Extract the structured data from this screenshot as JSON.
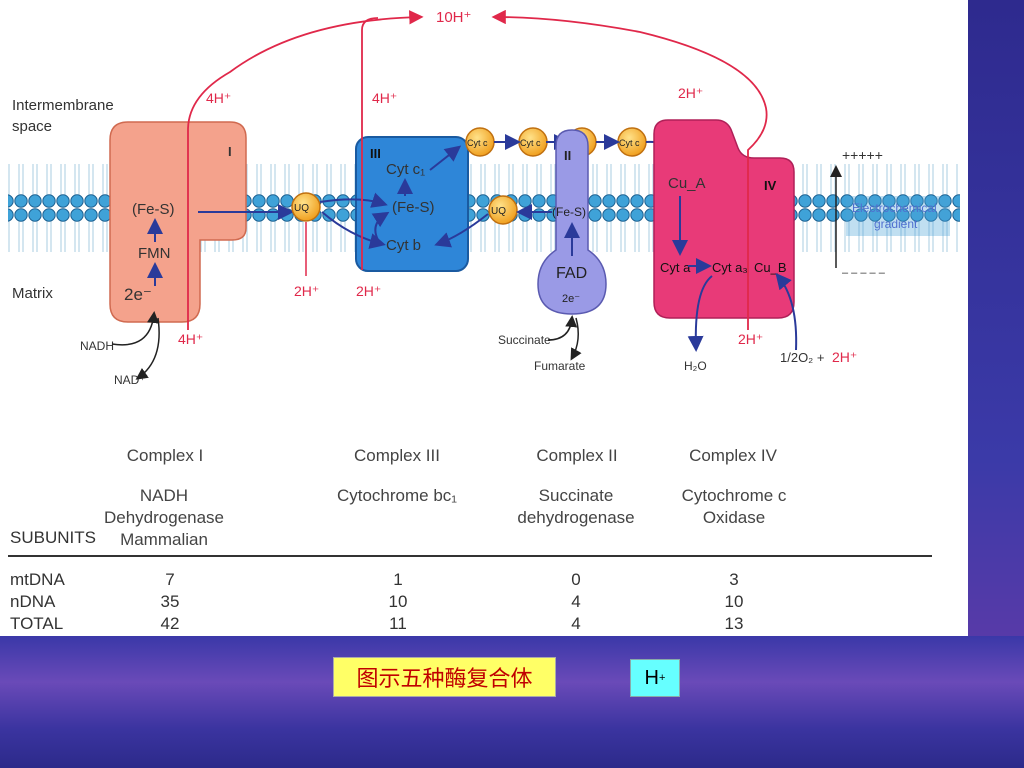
{
  "diagram": {
    "label_intermembrane": "Intermembrane",
    "label_space": "space",
    "label_matrix": "Matrix",
    "top_proton": "10H⁺",
    "c1_proton_top": "4H⁺",
    "c3_proton_top": "4H⁺",
    "c4_proton_top": "2H⁺",
    "c1_proton_bottom": "4H⁺",
    "uq_proton_bottom": "2H⁺",
    "c3_proton_bottom": "2H⁺",
    "c4_proton_bottom": "2H⁺",
    "oxygen_proton": "2H⁺",
    "complex1_roman": "I",
    "complex1_fes": "(Fe-S)",
    "complex1_fmn": "FMN",
    "complex1_2e": "2e⁻",
    "nadh": "NADH",
    "nad": "NAD⁺",
    "uq": "UQ",
    "complex3_roman": "III",
    "complex3_cytc1": "Cyt c₁",
    "complex3_fes": "(Fe-S)",
    "complex3_cytb": "Cyt b",
    "cytc": "Cyt c",
    "complex2_roman": "II",
    "complex2_fes": "(Fe-S)",
    "complex2_fad": "FAD",
    "complex2_2e": "2e⁻",
    "succinate": "Succinate",
    "fumarate": "Fumarate",
    "complex4_roman": "IV",
    "complex4_cua": "Cu_A",
    "complex4_cyta": "Cyt a",
    "complex4_cyta3": "Cyt a₃",
    "complex4_cub": "Cu_B",
    "water": "H₂O",
    "oxygen": "1/2O₂ +",
    "plus_signs": "+++++",
    "minus_signs": "– – – – –",
    "gradient_1": "Electrochemical",
    "gradient_2": "gradient"
  },
  "table": {
    "headers": [
      "Complex I",
      "Complex III",
      "Complex II",
      "Complex IV"
    ],
    "names": [
      [
        "NADH",
        "Dehydrogenase",
        "Mammalian"
      ],
      [
        "Cytochrome bc₁"
      ],
      [
        "Succinate",
        "dehydrogenase"
      ],
      [
        "Cytochrome c",
        "Oxidase"
      ]
    ],
    "subunits_label": "SUBUNITS",
    "rows": [
      {
        "label": "mtDNA",
        "values": [
          "7",
          "1",
          "0",
          "3"
        ]
      },
      {
        "label": "nDNA",
        "values": [
          "35",
          "10",
          "4",
          "10"
        ]
      },
      {
        "label": "TOTAL",
        "values": [
          "42",
          "11",
          "4",
          "13"
        ]
      }
    ]
  },
  "caption": "图示五种酶复合体",
  "hplus_button": {
    "base": "H",
    "sup": "+"
  },
  "colors": {
    "complex1": "#f4a28c",
    "complex3": "#2e86d8",
    "complex2": "#9a9ae6",
    "complex4": "#e83a78",
    "proton_red": "#e0284a",
    "membrane": "#3fa2d8",
    "caption_bg": "#ffff66",
    "caption_text": "#c00000",
    "hplus_bg": "#66ffff"
  }
}
